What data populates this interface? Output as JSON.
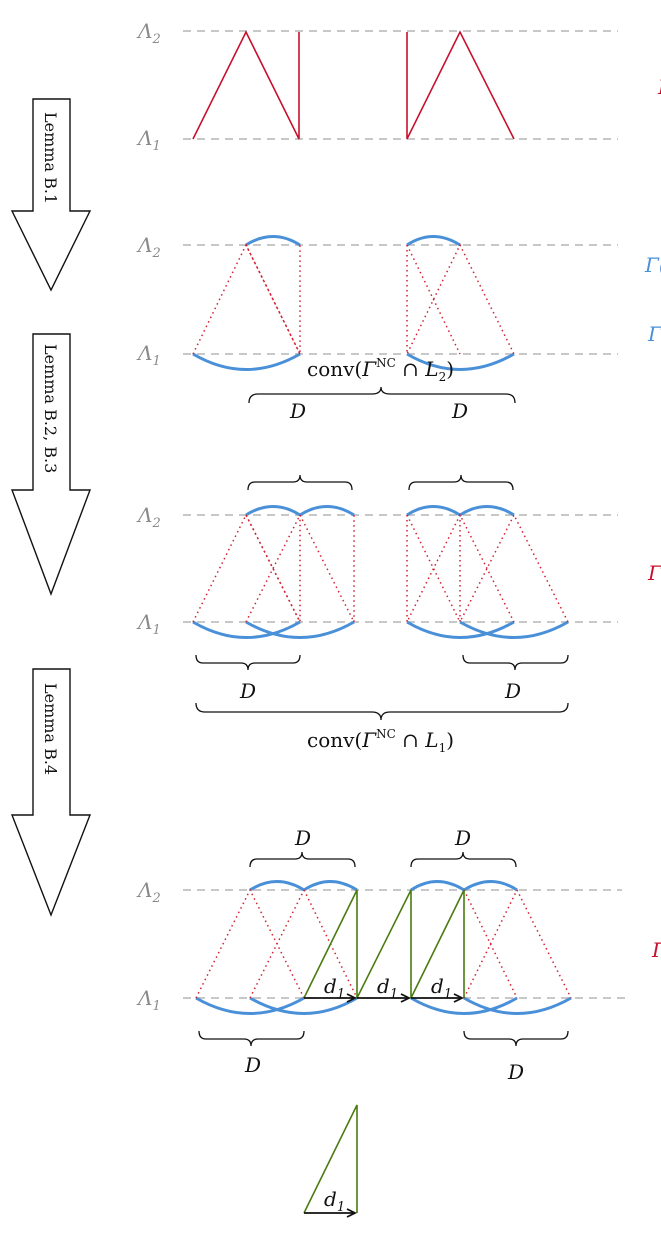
{
  "levels": {
    "upper": "Λ",
    "upper_sub": "2",
    "lower": "Λ",
    "lower_sub": "1"
  },
  "steps": [
    {
      "label": "Lemma B.1"
    },
    {
      "label": "Lemma B.2, B.3"
    },
    {
      "label": "Lemma B.4"
    }
  ],
  "labels": {
    "D": "D",
    "d": "d",
    "d_sub": "1",
    "conv_word": "conv",
    "gamma": "Γ",
    "nc": "NC",
    "cap": "∩",
    "L": "L",
    "L2_sub": "2",
    "L1_sub": "1"
  },
  "side_labels": {
    "row1": "Γ",
    "row2_top": "Γ(",
    "row2_bottom": "Γ",
    "row3": "Γ",
    "row4": "Γ"
  },
  "colors": {
    "red": "#c8102e",
    "blue": "#4a90d9",
    "green": "#4a7c10",
    "gray": "#b5b5b5"
  }
}
